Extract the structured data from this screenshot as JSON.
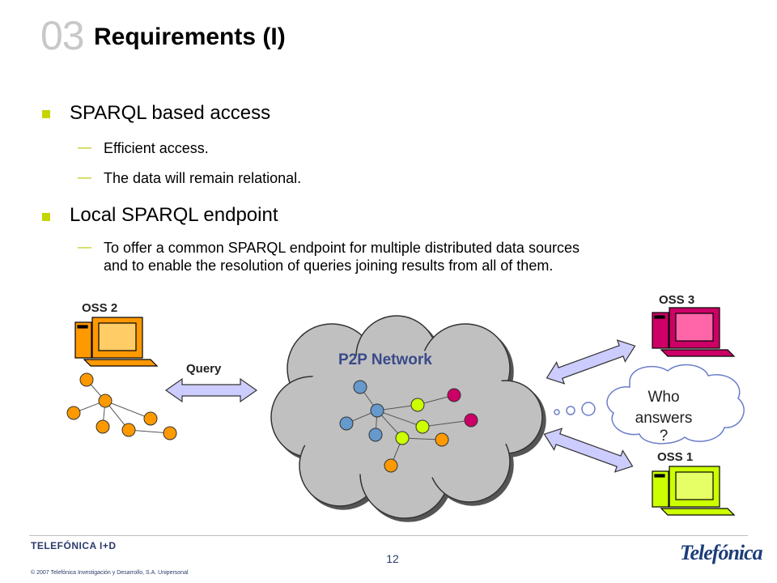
{
  "slide": {
    "section_number": "03",
    "title": "Requirements (I)",
    "bullets": [
      {
        "text": "SPARQL based access",
        "sub": [
          "Efficient access.",
          "The data will remain relational."
        ]
      },
      {
        "text": "Local SPARQL endpoint",
        "sub": [
          "To offer a common SPARQL endpoint for multiple distributed data sources and to enable the resolution of queries joining results from all of them."
        ]
      }
    ],
    "sub2_line1": "To offer a common SPARQL endpoint for multiple distributed data sources",
    "sub2_line2": "and to enable the resolution of queries joining results from all of them."
  },
  "diagram": {
    "oss2_label": "OSS 2",
    "oss3_label": "OSS 3",
    "oss1_label": "OSS 1",
    "query_label": "Query",
    "cloud_label": "P2P Network",
    "thought_line1": "Who",
    "thought_line2": "answers",
    "thought_line3": "?",
    "colors": {
      "oss2": "#ff9900",
      "oss3": "#cc0066",
      "oss1": "#ccff00",
      "arrow": "#ccccff",
      "cloud": "#c0c0c0",
      "node_blue": "#6699cc"
    }
  },
  "footer": {
    "brand": "TELEFÓNICA I+D",
    "copyright": "© 2007 Telefónica Investigación y Desarrollo, S.A. Unipersonal",
    "page_number": "12",
    "logo_text": "Telefónica"
  }
}
